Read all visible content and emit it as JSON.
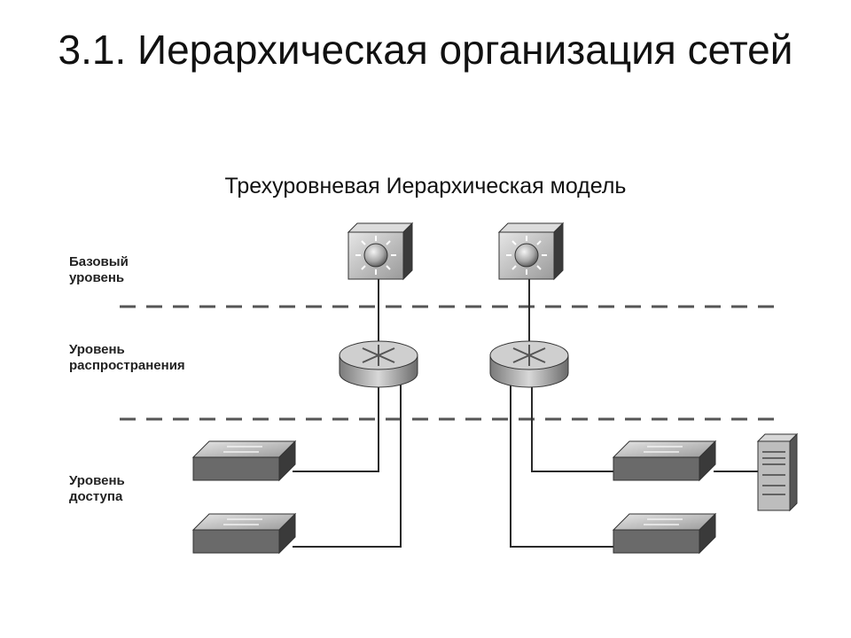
{
  "title": "3.1. Иерархическая организация сетей",
  "subtitle": "Трехуровневая Иерархическая модель",
  "layers": {
    "core": "Базовый\nуровень",
    "distribution": "Уровень\nраспространения",
    "access": "Уровень\nдоступа"
  },
  "devices": {
    "core": [
      "multilayer-switch",
      "multilayer-switch"
    ],
    "distribution": [
      "router",
      "router"
    ],
    "access": [
      "workgroup-switch",
      "workgroup-switch",
      "workgroup-switch",
      "workgroup-switch"
    ],
    "server": "server"
  },
  "colors": {
    "device_dark": "#5a5a5a",
    "device_light": "#c8c8c8",
    "line": "#2a2a2a",
    "separator": "#555555"
  }
}
